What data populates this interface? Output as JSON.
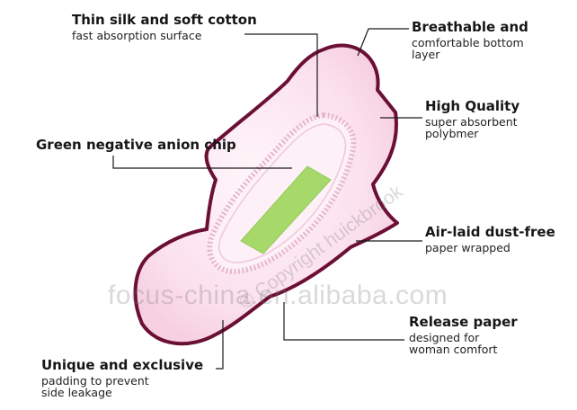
{
  "labels": {
    "thin_silk": {
      "title": "Thin silk and soft cotton",
      "sub": [
        "fast absorption surface"
      ]
    },
    "breathable": {
      "title": "Breathable and",
      "sub": [
        "comfortable bottom",
        "layer"
      ]
    },
    "high_quality": {
      "title": "High Quality",
      "sub": [
        "super absorbent",
        "polybmer"
      ]
    },
    "anion_chip": {
      "title": "Green negative anion chip",
      "sub": []
    },
    "air_laid": {
      "title": "Air-laid dust-free",
      "sub": [
        "paper wrapped"
      ]
    },
    "release": {
      "title": "Release paper",
      "sub": [
        "designed for",
        "woman comfort"
      ]
    },
    "unique": {
      "title": "Unique and exclusive",
      "sub": [
        "padding to prevent",
        "side leakage"
      ]
    }
  },
  "watermarks": {
    "site": "focus-china.en.alibaba.com",
    "copyright": "© Copyright huickbrook"
  },
  "colors": {
    "outline": "#6b0f35",
    "pad_fill": "#fbe3ee",
    "pad_inner": "#fdf0f6",
    "chip": "#a6d86a",
    "leader": "#1a1a1a"
  }
}
